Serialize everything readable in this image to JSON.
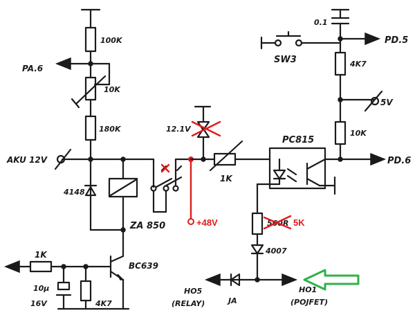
{
  "labels": {
    "r_top": "100K",
    "pa6": "PA.6",
    "pot_10k": "10K",
    "r_180k": "180K",
    "aku": "AKU 12V",
    "diode_4148": "4148",
    "relay": "ZA 850",
    "zener_cross": "12.1V",
    "pot_1k": "1K",
    "v48": "+48V",
    "r_5k_old": "560R",
    "r_5k_new": "5K",
    "d_4007": "4007",
    "cap_top": "0.1",
    "pd5": "PD.5",
    "sw3": "SW3",
    "r_4k7_top": "4K7",
    "v5": "5V",
    "r_10k": "10K",
    "opto": "PC815",
    "pd6": "PD.6",
    "r_1k": "1K",
    "cap_10u": "10µ",
    "cap_16v": "16V",
    "r_4k7_bot": "4K7",
    "transistor": "BC639",
    "ho5": "HO5",
    "ho5_sub": "(RELAY)",
    "d_ja": "JA",
    "ho1": "HO1",
    "ho1_sub": "(POJFET)"
  },
  "colors": {
    "ink": "#1a1a1a",
    "annotation": "#e01b1b",
    "arrow": "#2fb24a"
  }
}
